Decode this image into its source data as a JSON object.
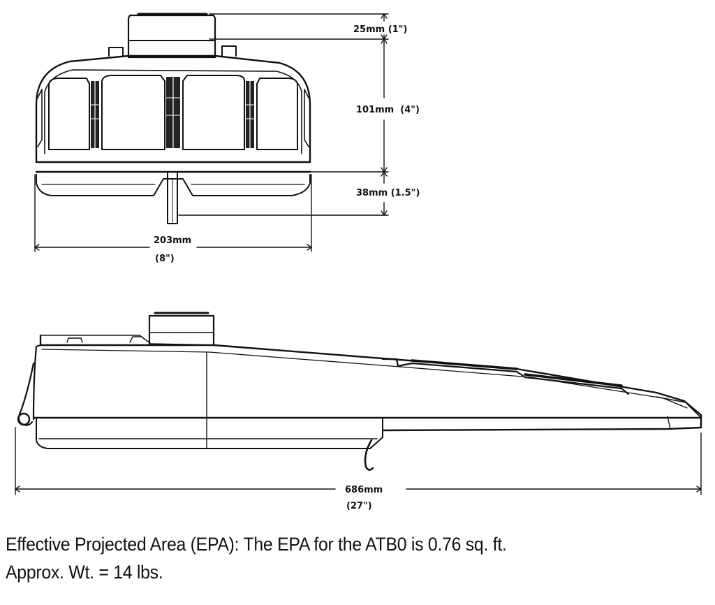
{
  "front_view": {
    "dim_top": "25mm (1\")",
    "dim_body": "101mm  (4\")",
    "dim_bottom": "38mm (1.5\")",
    "width_mm": "203mm",
    "width_in": "(8\")"
  },
  "side_view": {
    "length_mm": "686mm",
    "length_in": "(27\")"
  },
  "notes": {
    "epa": "Effective Projected Area (EPA): The EPA for the ATB0 is 0.76 sq. ft.",
    "weight": "Approx. Wt. = 14 lbs."
  },
  "colors": {
    "line": "#111111",
    "fill": "#ffffff"
  }
}
